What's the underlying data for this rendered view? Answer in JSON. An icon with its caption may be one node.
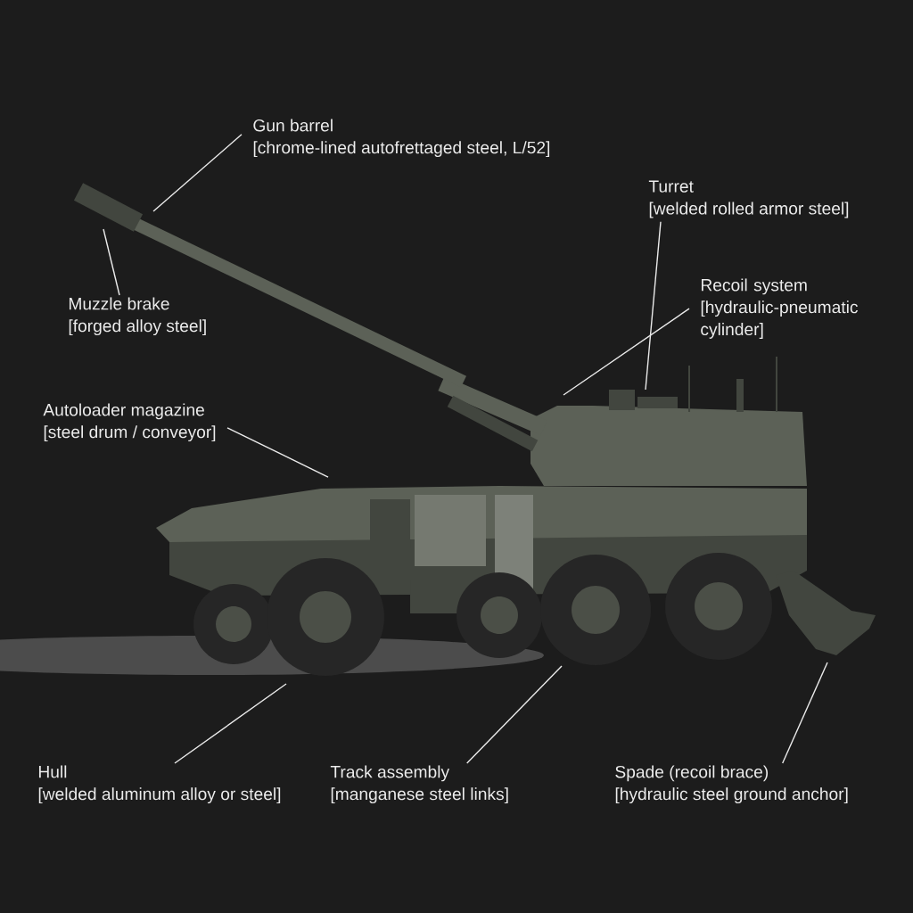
{
  "diagram": {
    "nodes": [
      {
        "text": [
          "Gun barrel",
          "[chrome-lined autofrettaged steel, L/52]"
        ]
      },
      {
        "text": [
          "Muzzle brake",
          "[forged alloy steel]"
        ]
      },
      {
        "text": [
          "Turret",
          "[welded rolled armor steel]"
        ]
      },
      {
        "text": [
          "Recoil system",
          "[hydraulic-pneumatic cylinder]"
        ]
      },
      {
        "text": [
          "Autoloader magazine",
          "[steel drum / conveyor]"
        ]
      },
      {
        "text": [
          "Hull",
          "[welded aluminum alloy or steel]"
        ]
      },
      {
        "text": [
          "Track assembly",
          "[manganese steel links]"
        ]
      },
      {
        "text": [
          "Spade (recoil brace)",
          "[hydraulic steel ground anchor]"
        ]
      }
    ],
    "edges": [
      {
        "from": 0,
        "to": null,
        "arrow": "none"
      },
      {
        "from": 1,
        "to": null,
        "arrow": "none"
      },
      {
        "from": 2,
        "to": null,
        "arrow": "none"
      },
      {
        "from": 3,
        "to": null,
        "arrow": "none"
      },
      {
        "from": 4,
        "to": null,
        "arrow": "none"
      },
      {
        "from": 5,
        "to": null,
        "arrow": "none"
      },
      {
        "from": 6,
        "to": null,
        "arrow": "none"
      },
      {
        "from": 7,
        "to": null,
        "arrow": "none"
      }
    ]
  }
}
